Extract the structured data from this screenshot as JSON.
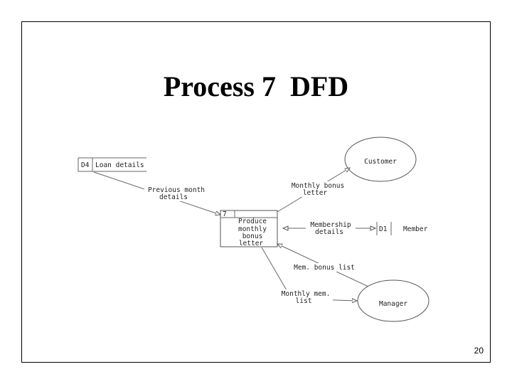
{
  "slide": {
    "title": "Process 7  DFD",
    "page_number": "20"
  },
  "diagram": {
    "process": {
      "number": "7",
      "label_lines": [
        "Produce",
        "monthly",
        "bonus",
        "letter"
      ]
    },
    "data_stores": [
      {
        "id": "D4",
        "name": "Loan details"
      },
      {
        "id": "D1",
        "name": "Member"
      }
    ],
    "external_entities": [
      {
        "name": "Customer"
      },
      {
        "name": "Manager"
      }
    ],
    "flows": [
      {
        "label_lines": [
          "Previous month",
          "details"
        ]
      },
      {
        "label_lines": [
          "Monthly bonus",
          "letter"
        ]
      },
      {
        "label_lines": [
          "Membership",
          "details"
        ]
      },
      {
        "label_lines": [
          "Mem. bonus list"
        ]
      },
      {
        "label_lines": [
          "Monthly mem.",
          "list"
        ]
      }
    ]
  }
}
